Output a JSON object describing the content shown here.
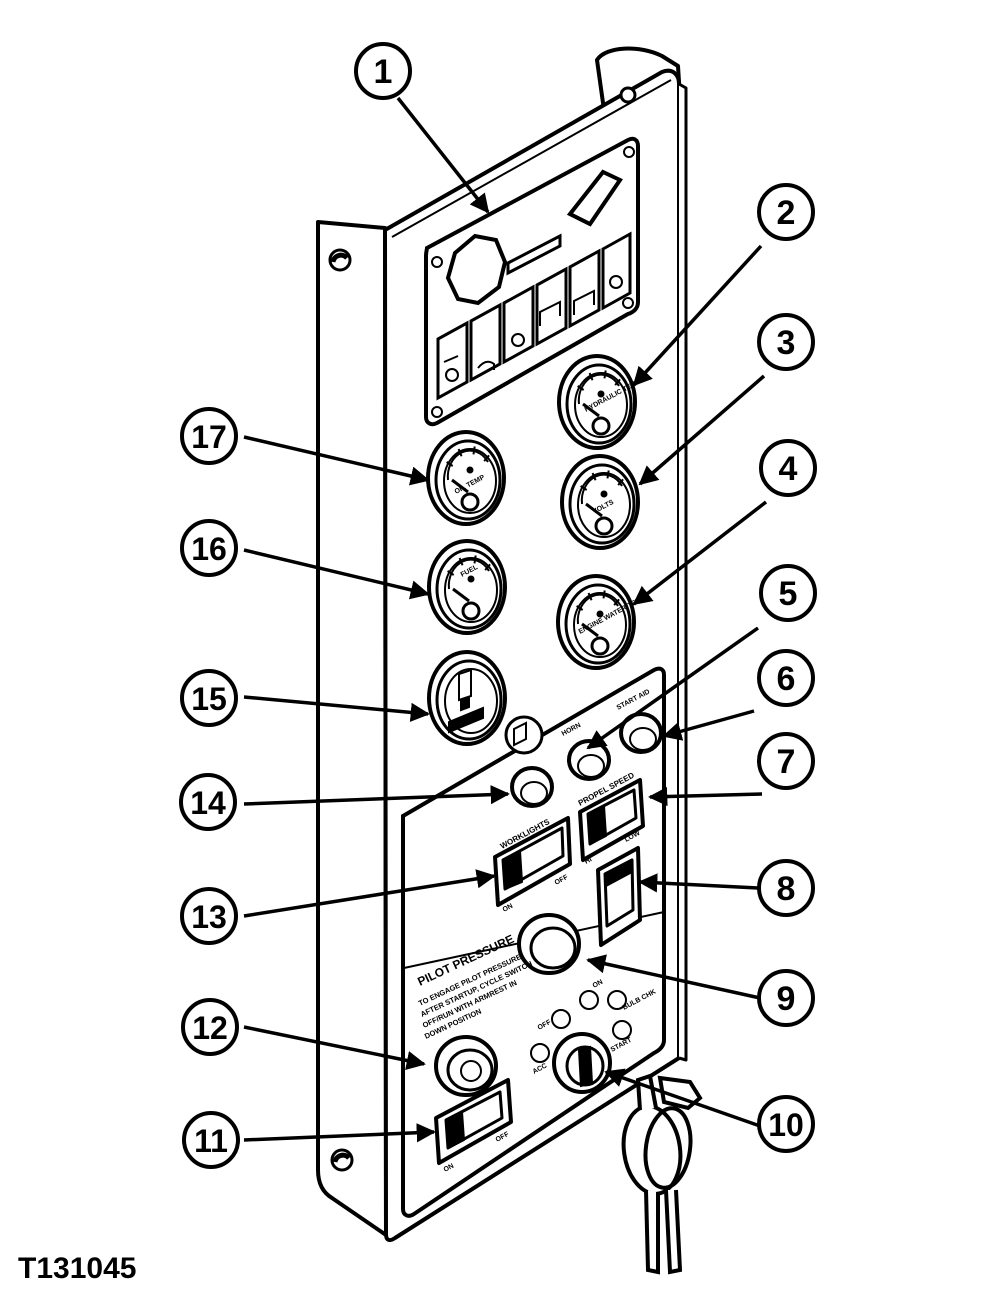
{
  "figure_id": "T131045",
  "callouts": [
    "1",
    "2",
    "3",
    "4",
    "5",
    "6",
    "7",
    "8",
    "9",
    "10",
    "11",
    "12",
    "13",
    "14",
    "15",
    "16",
    "17"
  ],
  "panel": {
    "gauge_labels": {
      "g2": "HYDRAULIC TEMP",
      "g3": "VOLTS",
      "g4": "ENGINE WATER TEMP",
      "g16": "FUEL",
      "g17": "OIL TEMP"
    },
    "switch_labels": {
      "horn": "HORN",
      "start_aid": "START AID",
      "propel_speed": "PROPEL SPEED",
      "propel_hi": "HI",
      "propel_low": "LOW",
      "worklights": "WORKLIGHTS",
      "on": "ON",
      "off": "OFF",
      "on_bottom": "ON",
      "off_bottom": "OFF"
    },
    "pilot_pressure": {
      "title": "PILOT PRESSURE",
      "line1": "TO ENGAGE PILOT PRESSURE",
      "line2": "AFTER STARTUP, CYCLE SWITCH",
      "line3": "OFF/RUN WITH ARMREST IN",
      "line4": "DOWN POSITION"
    },
    "key_switch": {
      "off": "OFF",
      "on": "ON",
      "acc": "ACC",
      "start": "START",
      "bulb_chk": "BULB CHK"
    }
  }
}
